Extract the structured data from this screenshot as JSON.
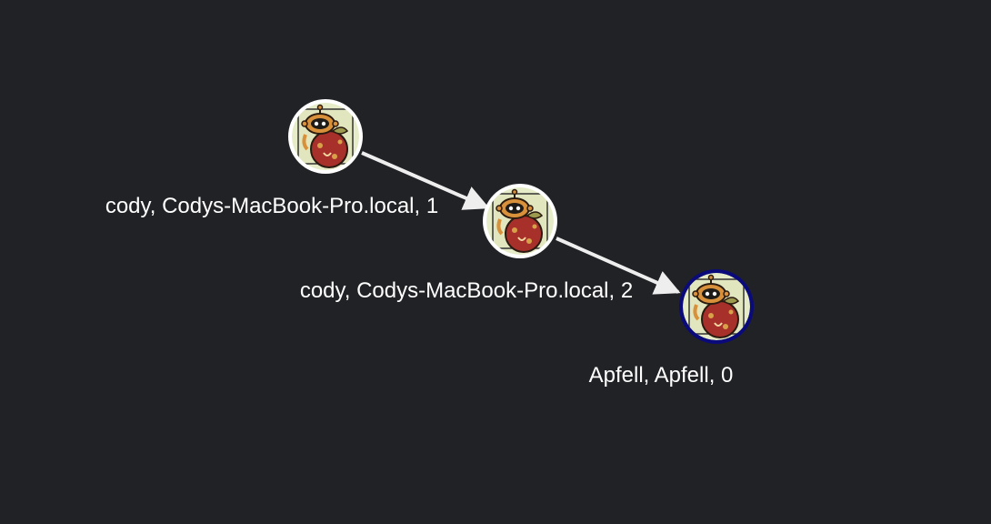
{
  "graph": {
    "background_color": "#212226",
    "edge_color": "#eeeeee",
    "nodes": [
      {
        "id": "n1",
        "label": "cody, Codys-MacBook-Pro.local, 1",
        "icon": "apfell-agent-icon",
        "ring_color": "#ffffff",
        "selected": false
      },
      {
        "id": "n2",
        "label": "cody, Codys-MacBook-Pro.local, 2",
        "icon": "apfell-agent-icon",
        "ring_color": "#ffffff",
        "selected": false
      },
      {
        "id": "n0",
        "label": "Apfell, Apfell, 0",
        "icon": "apfell-agent-icon",
        "ring_color": "#0a0a7a",
        "selected": true
      }
    ],
    "edges": [
      {
        "from": "n1",
        "to": "n2"
      },
      {
        "from": "n2",
        "to": "n0"
      }
    ]
  }
}
